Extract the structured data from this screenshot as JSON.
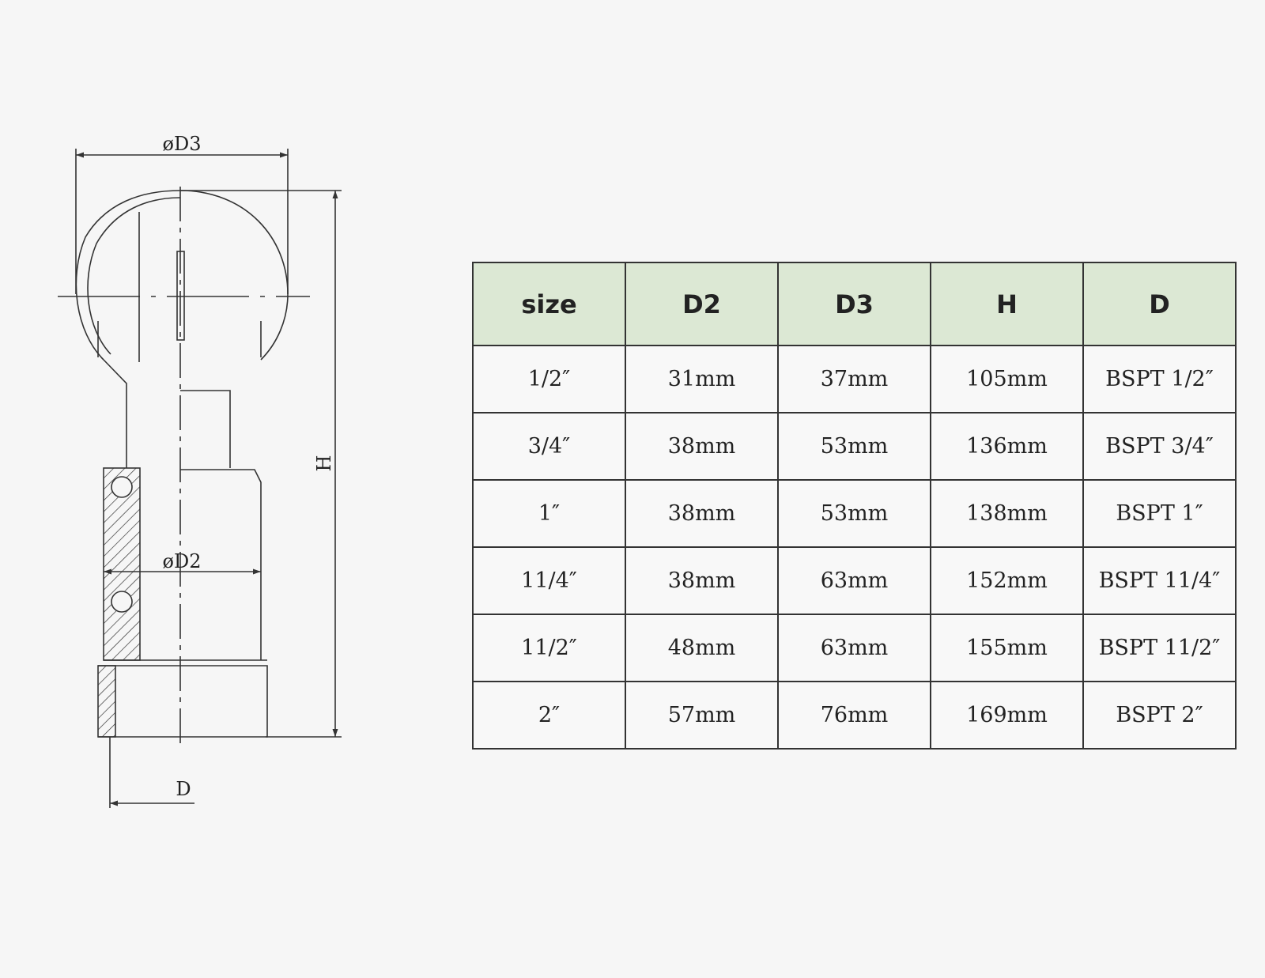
{
  "drawing": {
    "labels": {
      "d3": "øD3",
      "d2": "øD2",
      "h": "H",
      "d": "D"
    }
  },
  "table": {
    "headers": [
      "size",
      "D2",
      "D3",
      "H",
      "D"
    ],
    "rows": [
      [
        "1/2″",
        "31mm",
        "37mm",
        "105mm",
        "BSPT 1/2″"
      ],
      [
        "3/4″",
        "38mm",
        "53mm",
        "136mm",
        "BSPT 3/4″"
      ],
      [
        "1″",
        "38mm",
        "53mm",
        "138mm",
        "BSPT 1″"
      ],
      [
        "11/4″",
        "38mm",
        "63mm",
        "152mm",
        "BSPT 11/4″"
      ],
      [
        "11/2″",
        "48mm",
        "63mm",
        "155mm",
        "BSPT 11/2″"
      ],
      [
        "2″",
        "57mm",
        "76mm",
        "169mm",
        "BSPT 2″"
      ]
    ]
  }
}
